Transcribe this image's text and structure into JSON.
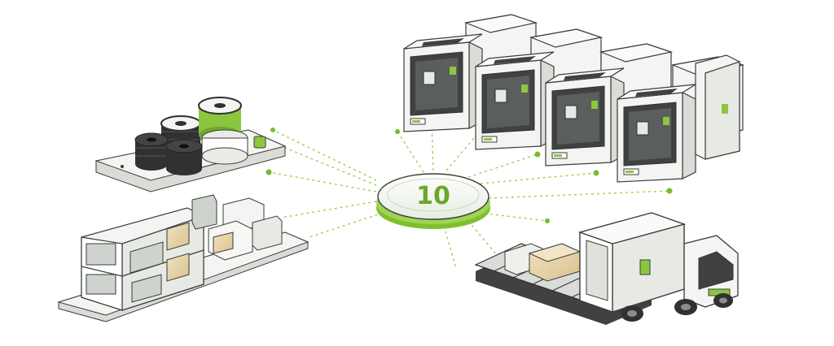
{
  "hub": {
    "value": "10",
    "accent_color": "#7fbf2e",
    "ring_color": "#e9f0dc"
  },
  "connections": {
    "color": "#8cc63f",
    "dot_color": "#7bb934"
  },
  "groups": [
    {
      "name": "filament-spools",
      "icon": "spool-icon"
    },
    {
      "name": "warehouse-storage",
      "icon": "warehouse-icon"
    },
    {
      "name": "3d-printer-array",
      "icon": "printer-icon"
    },
    {
      "name": "delivery-truck",
      "icon": "truck-icon"
    }
  ],
  "colors": {
    "outline": "#3a3d3b",
    "panel": "#f4f5f3",
    "panel_shade": "#d9dcd7",
    "cardboard": "#e8d6b0",
    "spool_dark": "#2f3231",
    "accent": "#8cc63f"
  }
}
